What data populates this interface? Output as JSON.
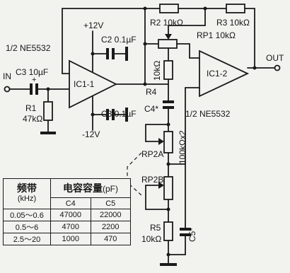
{
  "schematic": {
    "amp1": {
      "ref": "IC1-1",
      "chip": "1/2  NE5532"
    },
    "amp2": {
      "ref": "IC1-2",
      "chip": "1/2  NE5532"
    },
    "supply": {
      "pos": "+12V",
      "neg": "-12V"
    },
    "input_label": "IN",
    "output_label": "OUT",
    "components": {
      "c3_in": "C3  10µF",
      "r1": "R1",
      "r1_val": "47kΩ",
      "c2": "C2  0.1µF",
      "c3_neg": "C3  0.1µF",
      "r2": "R2  10kΩ",
      "r3": "R3  10kΩ",
      "rp1": "RP1  10kΩ",
      "r4": "R4",
      "r4_val": "10kΩ",
      "c4": "C4*",
      "rp2a": "RP2A",
      "rp2b": "RP2B",
      "rp2_val": "100kΩx2",
      "r5": "R5",
      "r5_val": "10kΩ",
      "c5": "C5*",
      "cap_polarity": "+"
    }
  },
  "table": {
    "band_header": "频带",
    "band_unit": "(kHz)",
    "cap_header": "电容容量",
    "cap_unit": "(pF)",
    "sub_headers": [
      "C4",
      "C5"
    ],
    "rows": [
      {
        "band": "0.05～0.6",
        "c4": "47000",
        "c5": "22000"
      },
      {
        "band": "0.5～6",
        "c4": "4700",
        "c5": "2200"
      },
      {
        "band": "2.5～20",
        "c4": "1000",
        "c5": "470"
      }
    ]
  }
}
